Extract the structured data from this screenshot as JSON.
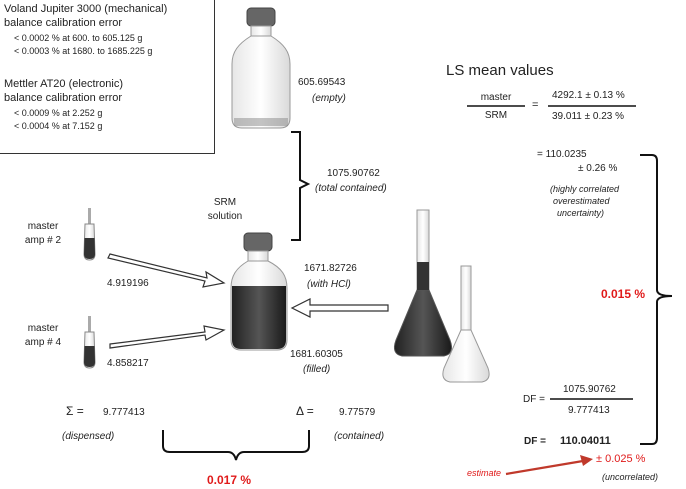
{
  "calibration": {
    "voland_title": "Voland Jupiter 3000 (mechanical)",
    "voland_subtitle": "balance calibration error",
    "voland_line1": "< 0.0002  %  at   600.  to  605.125  g",
    "voland_line2": "< 0.0003  %  at  1680.  to  1685.225  g",
    "mettler_title": "Mettler AT20  (electronic)",
    "mettler_subtitle": "balance calibration error",
    "mettler_line1": "< 0.0009  %  at   2.252  g",
    "mettler_line2": "< 0.0004  %  at   7.152  g"
  },
  "bottle_empty": {
    "value": "605.69543",
    "label": "(empty)"
  },
  "total_contained": {
    "value": "1075.90762",
    "label": "(total contained)"
  },
  "srm_solution": {
    "line1": "SRM",
    "line2": "solution"
  },
  "with_hcl": {
    "value": "1671.82726",
    "label": "(with HCl)"
  },
  "filled": {
    "value": "1681.60305",
    "label": "(filled)"
  },
  "amp2": {
    "line1": "master",
    "line2": "amp # 2",
    "value": "4.919196"
  },
  "amp4": {
    "line1": "master",
    "line2": "amp # 4",
    "value": "4.858217"
  },
  "sum": {
    "symbol": "Σ =",
    "value": "9.777413",
    "label": "(dispensed)"
  },
  "delta": {
    "symbol": "Δ =",
    "value": "9.77579",
    "label": "(contained)"
  },
  "diff_pct": "0.017 %",
  "ls": {
    "title": "LS mean values",
    "ratio_num": "master",
    "ratio_den": "SRM",
    "equals": "=",
    "val_num": "4292.1 ± 0.13 %",
    "val_den": "39.011 ±  0.23 %",
    "result_line1": "= 110.0235",
    "result_line2": "± 0.26 %",
    "note1": "(highly correlated",
    "note2": "overestimated",
    "note3": "uncertainty)",
    "mid_pct": "0.015 %",
    "df_label": "DF =",
    "df_num": "1075.90762",
    "df_den": "9.777413",
    "df2_label": "DF =",
    "df2_value": "110.04011",
    "df2_unc": "± 0.025 %",
    "df2_note": "(uncorrelated)",
    "estimate": "estimate"
  }
}
